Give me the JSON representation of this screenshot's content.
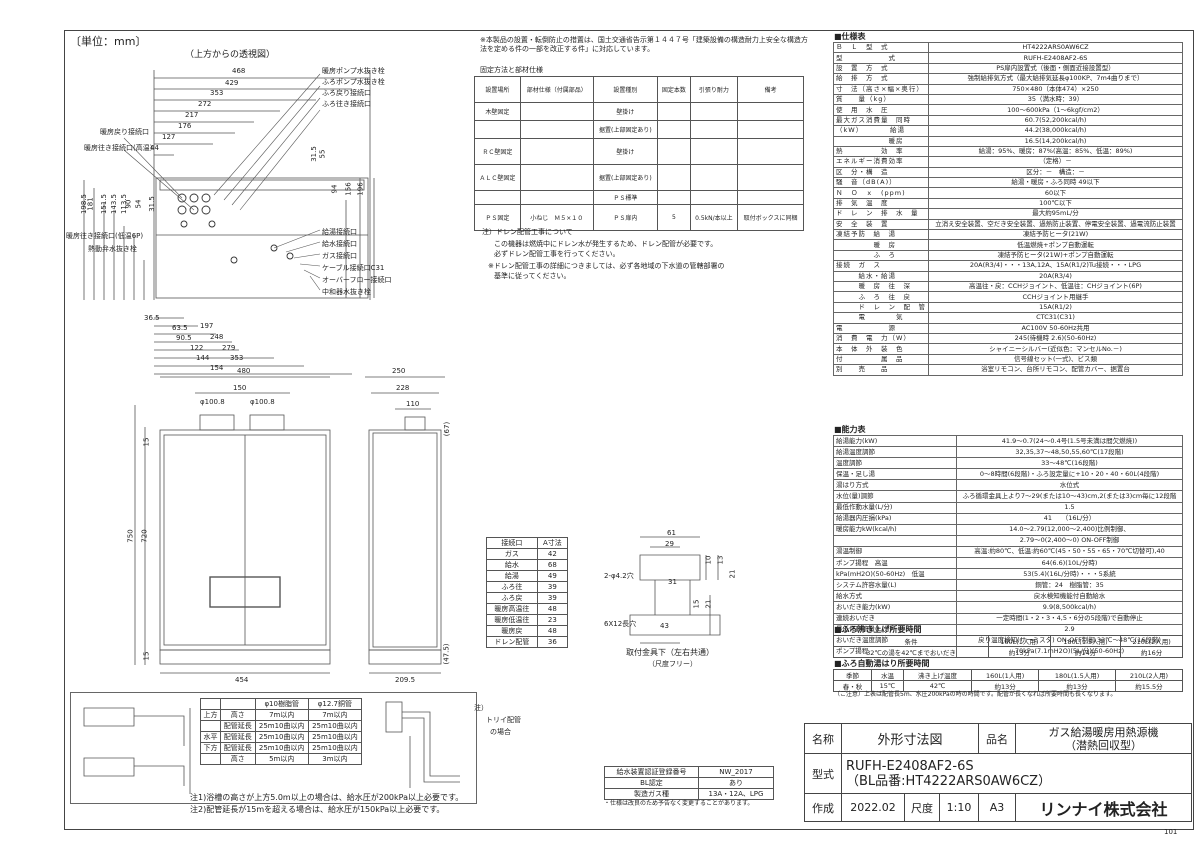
{
  "unit_label": "〔単位：mm〕",
  "top_view_label": "（上方からの透視図）",
  "top_dims": [
    "468",
    "429",
    "353",
    "272",
    "217",
    "176",
    "127",
    "44"
  ],
  "left_labels": [
    "暖房戻り接続口",
    "暖房往き接続口(高温)",
    "暖房往き接続口(低温6P)",
    "熱動弁水抜き栓"
  ],
  "left_v_dims": [
    "198.5",
    "181",
    "151.5",
    "143.5",
    "113.5",
    "90",
    "54",
    "31.5"
  ],
  "right_v_dims": [
    "31.5",
    "55",
    "94",
    "156",
    "196"
  ],
  "top_right_labels": [
    "暖房ポンプ水抜き栓",
    "ふろポンプ水抜き栓",
    "ふろ戻り接続口",
    "ふろ往き接続口"
  ],
  "lower_right_labels": [
    "給湯接続口",
    "給水接続口",
    "ガス接続口",
    "ケーブル接続口C31",
    "オーバーフロー接続口",
    "中和器水抜き栓"
  ],
  "bottom_dims": [
    "36.5",
    "63.5",
    "90.5",
    "122",
    "144",
    "154",
    "197",
    "248",
    "279",
    "353"
  ],
  "front_dims": {
    "w480": "480",
    "w150": "150",
    "d1": "φ100.8",
    "d2": "φ100.8",
    "h750": "750",
    "h720": "720",
    "h15a": "15",
    "h15b": "15",
    "w454": "454"
  },
  "side_dims": {
    "w250": "250",
    "w228": "228",
    "w110": "110",
    "h67": "(67)",
    "h47": "(47.5)",
    "w209": "209.5"
  },
  "notice": "※本製品の設置・転倒防止の措置は、国土交通省告示第１４４７号「建築設備の構造耐力上安全な構造方法を定める件の一部を改正する件」に対応しています。",
  "fixing": {
    "title": "固定方法と部材仕様",
    "headers": [
      "設置場所",
      "部材仕様（付属部品）",
      "設置種別",
      "固定本数",
      "引張り耐力",
      "備考"
    ],
    "rows": [
      [
        "木壁固定",
        "",
        "壁掛け",
        "",
        "",
        ""
      ],
      [
        "",
        "",
        "据置(上部固定あり)",
        "",
        "",
        ""
      ],
      [
        "ＲＣ壁固定",
        "",
        "壁掛け",
        "",
        "",
        ""
      ],
      [
        "ＡＬＣ壁固定",
        "",
        "据置(上部固定あり)",
        "",
        "",
        ""
      ],
      [
        "",
        "",
        "ＰＳ標準",
        "",
        "",
        ""
      ],
      [
        "ＰＳ固定",
        "小ねじ　Ｍ５×１０",
        "ＰＳ扉内",
        "5",
        "0.5kN/本以上",
        "取付ボックスに同梱"
      ]
    ]
  },
  "drain_note": [
    "注）ドレン配管工事について",
    "この機器は燃焼中にドレン水が発生するため、ドレン配管が必要です。",
    "必ずドレン配管工事を行ってください。",
    "※ドレン配管工事の詳細につきましては、必ず各地域の下水道の管轄部署の",
    "基準に従ってください。"
  ],
  "conn_table": {
    "headers": [
      "接続口",
      "A寸法"
    ],
    "rows": [
      [
        "ガス",
        "42"
      ],
      [
        "給水",
        "68"
      ],
      [
        "給湯",
        "49"
      ],
      [
        "ふろ往",
        "39"
      ],
      [
        "ふろ戻",
        "39"
      ],
      [
        "暖房高温往",
        "48"
      ],
      [
        "暖房低温往",
        "23"
      ],
      [
        "暖房戻",
        "48"
      ],
      [
        "ドレン配管",
        "36"
      ]
    ]
  },
  "bracket": {
    "dims": [
      "61",
      "29",
      "10",
      "13",
      "21",
      "31",
      "15",
      "21",
      "43"
    ],
    "holes1": "2-φ4.2穴",
    "holes2": "6X12長穴",
    "label": "取付金具下（左右共通）",
    "sub": "（尺度フリー）"
  },
  "pipe_table": {
    "headers": [
      "",
      "",
      "φ10樹脂管",
      "φ12.7銅管"
    ],
    "rows": [
      [
        "上方",
        "高さ",
        "7m以内",
        "7m以内"
      ],
      [
        "",
        "配管延長",
        "25m10曲以内",
        "25m10曲以内"
      ],
      [
        "水平",
        "配管延長",
        "25m10曲以内",
        "25m10曲以内"
      ],
      [
        "下方",
        "配管延長",
        "25m10曲以内",
        "25m10曲以内"
      ],
      [
        "",
        "高さ",
        "5m以内",
        "3m以内"
      ]
    ]
  },
  "pipe_notes": [
    "注1)浴槽の高さが上方5.0m以上の場合は、給水圧が200kPa以上必要です。",
    "注2)配管延長が15mを超える場合は、給水圧が150kPa以上必要です。"
  ],
  "trap_note": [
    "注）",
    "トリイ配管",
    "の場合"
  ],
  "std_table": {
    "rows": [
      [
        "給水装置認証登録番号",
        "NW_2017"
      ],
      [
        "BL認定",
        "あり"
      ],
      [
        "製造ガス種",
        "13A・12A、LPG"
      ]
    ],
    "footnote": "・仕様は改良のため予告なく変更することがあります。"
  },
  "spec_title": "■仕様表",
  "spec": [
    [
      "Ｂ　Ｌ　型　式",
      "HT4222ARS0AW6CZ"
    ],
    [
      "型　　　　　　式",
      "RUFH-E2408AF2-6S"
    ],
    [
      "設　置　方　式",
      "PS扉内設置式（後面・側面近接設置型）"
    ],
    [
      "給　排　方　式",
      "強制給排気方式（最大給排気延長φ100KP、7m4曲りまで）"
    ],
    [
      "寸　法（高さ×幅×奥行）",
      "750×480（本体474）×250"
    ],
    [
      "質　　量（kg）",
      "35（満水時：39）"
    ],
    [
      "使　用　水　圧",
      "100～600kPa（1～6kgf/cm2）"
    ],
    [
      "最大ガス消費量　同時",
      "60.7(52,200kcal/h)"
    ],
    [
      "（kW）　　　　給湯",
      "44.2(38,000kcal/h)"
    ],
    [
      "　　　　　　　暖房",
      "16.5(14,200kcal/h)"
    ],
    [
      "熱　　　　　効　率",
      "給湯：95%、暖房：87%(高温：85%、低温：89%)"
    ],
    [
      "エネルギー消費効率",
      "（定格）－"
    ],
    [
      "区　分・構　造",
      "区分：－　構造：－"
    ],
    [
      "騒　音（dB(A)）",
      "給湯・暖房・ふろ同時 49以下"
    ],
    [
      "Ｎ　Ｏ　ｘ　(ppm)",
      "60以下"
    ],
    [
      "排　気　温　度",
      "100℃以下"
    ],
    [
      "ド　レ　ン　排　水　量",
      "最大約95mL/分"
    ],
    [
      "安　全　装　置",
      "立消え安全装置、空だき安全装置、過熱防止装置、停電安全装置、過電流防止装置"
    ],
    [
      "凍結予防　給　湯",
      "凍結予防ヒータ(21W)"
    ],
    [
      "　　　　　暖　房",
      "低温燃焼+ポンプ自動運転"
    ],
    [
      "　　　　　ふ　ろ",
      "凍結予防ヒータ(21W)+ポンプ自動運転"
    ],
    [
      "接続　ガ　ス",
      "20A(R3/4)・・・13A,12A、15A(R1/2)Tu接続・・・LPG"
    ],
    [
      "　　　給水・給湯",
      "20A(R3/4)"
    ],
    [
      "　　　暖　房　往　深",
      "高温往・戻：CCHジョイント、低温往：CHジョイント(6P)"
    ],
    [
      "　　　ふ　ろ　往　戻",
      "CCHジョイント用継手"
    ],
    [
      "　　　ド　レ　ン　配　管",
      "15A(R1/2)"
    ],
    [
      "　　　電　　　　気",
      "CTC31(C31)"
    ],
    [
      "電　　　　　　源",
      "AC100V 50-60Hz共用"
    ],
    [
      "消　費　電　力（W）",
      "245(待機時 2.6)(50-60Hz)"
    ],
    [
      "本　体　外　装　色",
      "シャイニーシルバー(近似色：マンセルNo.－)"
    ],
    [
      "付　　　　　属　品",
      "信号線セット(一式)、ビス類"
    ],
    [
      "別　　売　　品",
      "浴室リモコン、台所リモコン、配管カバー、据置台"
    ]
  ],
  "perf_title": "■能力表",
  "perf": [
    [
      "給湯能力(kW)",
      "41.9～0.7(24～0.4号(1.5号未満は間欠燃焼))"
    ],
    [
      "給湯温度調節",
      "32,35,37～48,50,55,60℃(17段階)"
    ],
    [
      "温度調節",
      "33～48℃(16段階)"
    ],
    [
      "保温・足し湯",
      "0～8時間(6段階)・ふろ設定量に+10・20・40・60L(4段階)"
    ],
    [
      "湯はり方式",
      "水位式"
    ],
    [
      "水位(量)調節",
      "ふろ循環金具上より7～29(または10～43)cm,2(または3)cm毎に12段階"
    ],
    [
      "最低作動水量(L/分)",
      "1.5"
    ],
    [
      "給湯器内圧損(kPa)",
      "41　　（16L/分）"
    ],
    [
      "暖房能力kW(kcal/h)",
      "14.0～2.79(12,000～2,400)比例制御、"
    ],
    [
      "",
      "2.79～0(2,400～0) ON-OFF制御"
    ],
    [
      "湯温制御",
      "高温:約80℃、低温:約60℃(45・50・55・65・70℃切替可),40"
    ],
    [
      "ポンプ揚程　高温",
      "64(6.6)(10L/分時)"
    ],
    [
      "kPa(mH2O)(50-60Hz)　低温",
      "53(5.4)(16L/分時)・・・5系統"
    ],
    [
      "システム許容水量(L)",
      "銅管：24　樹脂管：35"
    ],
    [
      "給水方式",
      "戻水検知機能付自動給水"
    ],
    [
      "おいだき能力(kW)",
      "9.9(8,500kcal/h)"
    ],
    [
      "連続おいだき",
      "一定時間(1・2・3・4,5・6分の5段階)で自動停止"
    ],
    [
      "最低作動流量(L/分)",
      "2.9"
    ],
    [
      "おいだき温度調節",
      "戻り温度検知(サーミスタ) ON-OFF制御 33℃～48℃(16段階)"
    ],
    [
      "ポンプ揚程",
      "70kPa(7.1mH2O)(5L/分)(50-60Hz)"
    ]
  ],
  "bath_title": "■ふろ沸き上げ所要時間",
  "bath": {
    "headers": [
      "条件",
      "160L(1人用)",
      "180L(1.5人用)",
      "210L(2人用)"
    ],
    "row": [
      "32℃の湯を42℃までおいだき",
      "約13分",
      "約14分",
      "約16分"
    ]
  },
  "fill_title": "■ふろ自動湯はり所要時間",
  "fill": {
    "headers": [
      "季節",
      "水温",
      "沸き上げ温度",
      "160L(1人用)",
      "180L(1.5人用)",
      "210L(2人用)"
    ],
    "row": [
      "春・秋",
      "15℃",
      "42℃",
      "約13分",
      "約13分",
      "約15.5分"
    ],
    "note": "（ご注意）上表は配管長5m、水圧200kPaの時の時間です。配管が長くなれば所要時間も長くなります。"
  },
  "title_block": {
    "name_label": "名称",
    "name": "外形寸法図",
    "item_label": "品名",
    "item1": "ガス給湯暖房用熱源機",
    "item2": "（潜熱回収型）",
    "model_label": "型式",
    "model1": "RUFH-E2408AF2-6S",
    "model2": "（BL品番:HT4222ARS0AW6CZ）",
    "made_label": "作成",
    "date": "2022.02",
    "scale_label": "尺度",
    "scale": "1:10",
    "size": "A3",
    "company": "リンナイ株式会社"
  },
  "page_no": "101"
}
